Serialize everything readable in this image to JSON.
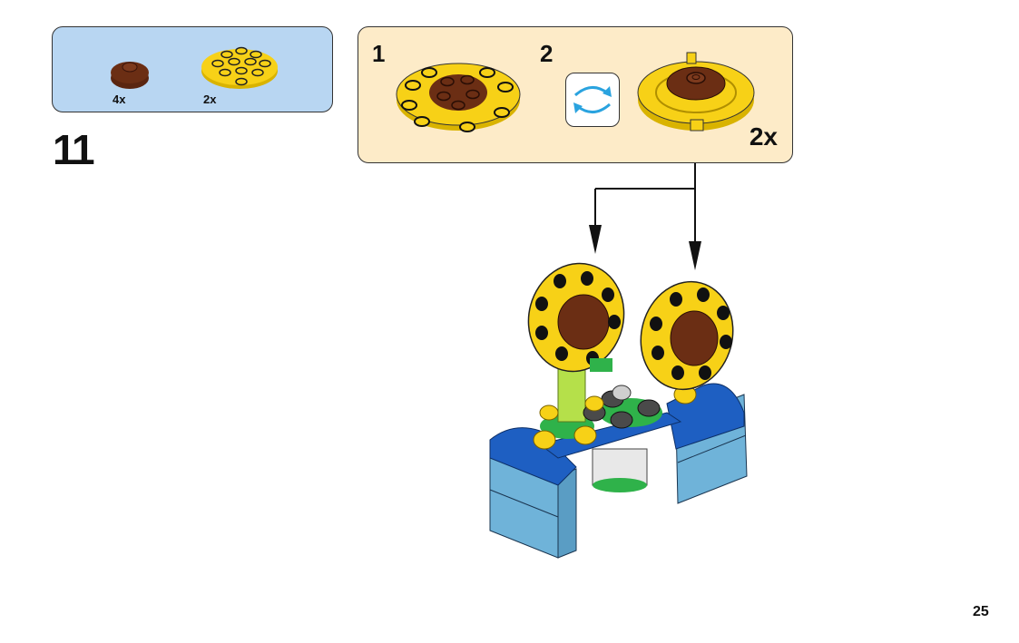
{
  "parts_list": {
    "items": [
      {
        "part": "brown-round-brick",
        "quantity": "4x"
      },
      {
        "part": "yellow-round-plate",
        "quantity": "2x"
      }
    ]
  },
  "step": {
    "number": "11"
  },
  "sub_assembly": {
    "steps": [
      {
        "number": "1"
      },
      {
        "number": "2",
        "action_icon": "rotate-icon"
      }
    ],
    "multiplier": "2x"
  },
  "colors": {
    "parts_panel_bg": "#b8d6f2",
    "sub_panel_bg": "#fdebc8",
    "rotate_arrow": "#2aa3df",
    "yellow": "#f7d117",
    "brown": "#6b2e14",
    "blue": "#1e5fc2",
    "light_blue": "#6fb3d9",
    "green": "#2fb24a",
    "lime": "#b5e04a"
  },
  "page": {
    "number": "25"
  }
}
